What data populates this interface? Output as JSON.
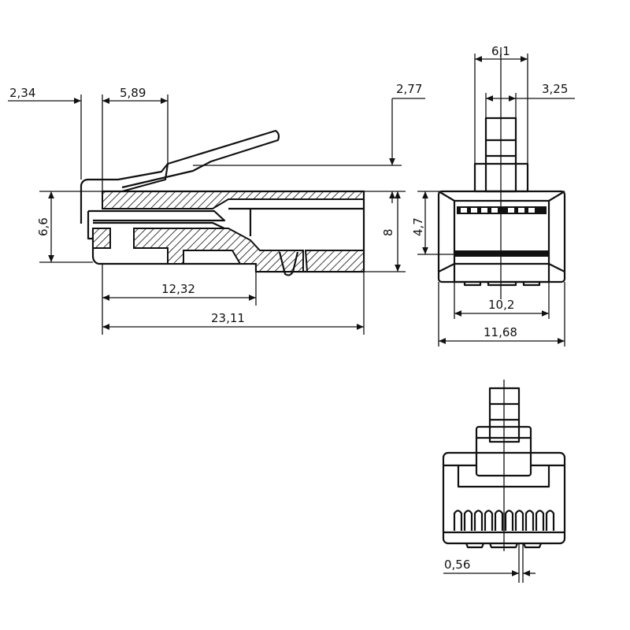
{
  "drawing": {
    "title": "RJ45 connector dimensional drawing",
    "dimensions": {
      "latch_offset": "2,34",
      "latch_length": "5,89",
      "latch_height": "2,77",
      "side_height_front": "6,6",
      "side_height_total": "8",
      "contact_length": "12,32",
      "overall_length": "23,11",
      "tab_width": "6,1",
      "latch_width": "3,25",
      "cavity_height": "4,7",
      "inner_width": "10,2",
      "overall_width": "11,68",
      "contact_width": "0,56"
    }
  }
}
